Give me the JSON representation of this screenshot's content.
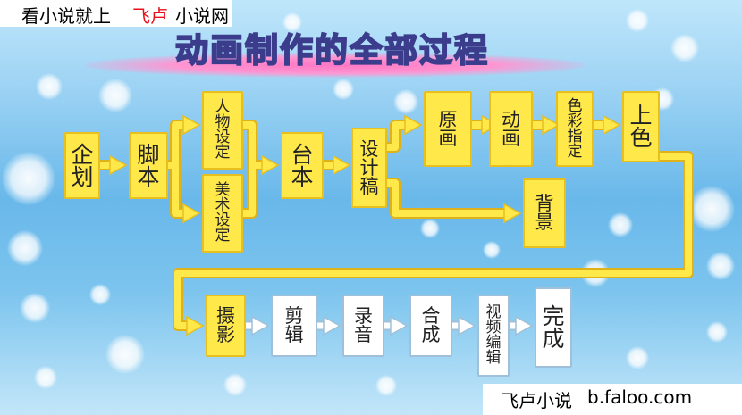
{
  "watermark": {
    "text_left": "看小说就上",
    "text_brand": "飞卢",
    "text_right": "小说网"
  },
  "title": "动画制作的全部过程",
  "steps": {
    "planning": "企划",
    "script": "脚本",
    "character_design": "人物设定",
    "art_design": "美术设定",
    "storyboard": "台本",
    "layout": "设计稿",
    "key_animation": "原画",
    "animation": "动画",
    "color_spec": "色彩指定",
    "coloring": "上色",
    "background": "背景",
    "photography": "摄影",
    "editing": "剪辑",
    "recording": "录音",
    "compositing": "合成",
    "video_editing": "视频编辑",
    "complete": "完成"
  },
  "footer": {
    "brand": "飞卢小说",
    "url": "b.faloo.com"
  },
  "colors": {
    "box_yellow": "#ffe84a",
    "box_white": "#ffffff",
    "arrow_yellow": "#ffe84a",
    "arrow_white": "#ffffff",
    "title_outline": "#3c3c8c",
    "background_blue": "#69b8ea"
  }
}
